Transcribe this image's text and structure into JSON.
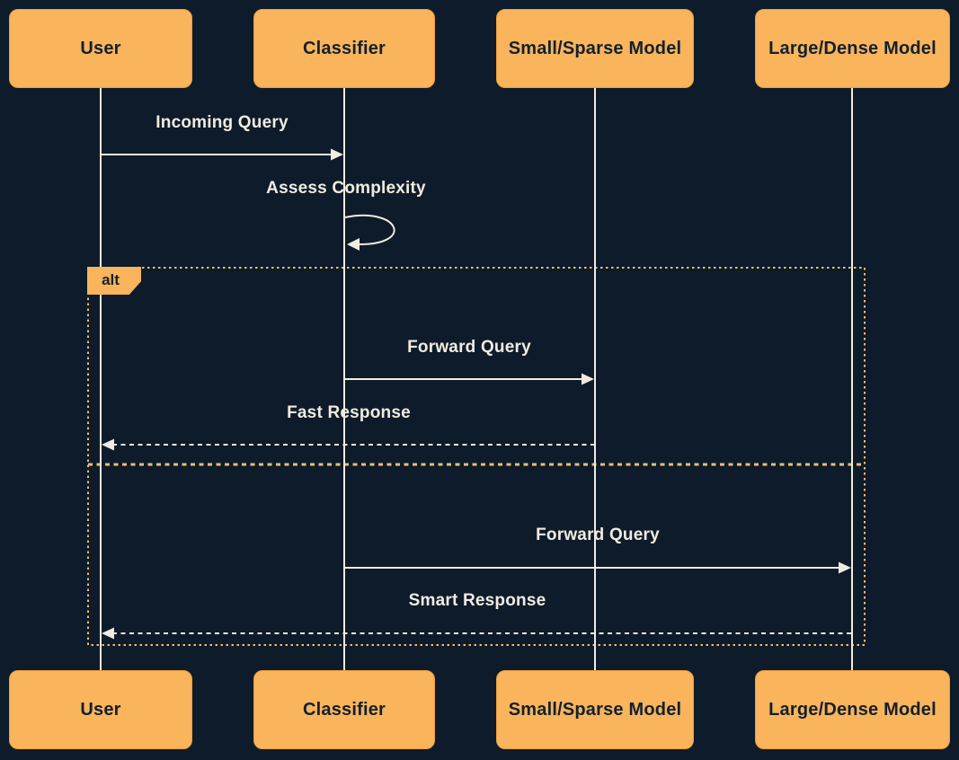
{
  "diagram": {
    "kind": "sequence-diagram",
    "actors": [
      {
        "id": "user",
        "label": "User"
      },
      {
        "id": "classifier",
        "label": "Classifier"
      },
      {
        "id": "small_model",
        "label": "Small/Sparse Model"
      },
      {
        "id": "large_model",
        "label": "Large/Dense Model"
      }
    ],
    "messages": [
      {
        "from": "User",
        "to": "Classifier",
        "label": "Incoming Query",
        "line": "solid",
        "arrow": "filled"
      },
      {
        "from": "Classifier",
        "to": "Classifier",
        "label": "Assess Complexity",
        "line": "self-loop",
        "arrow": "filled"
      },
      {
        "from": "Classifier",
        "to": "Small/Sparse Model",
        "label": "Forward Query",
        "line": "solid",
        "arrow": "filled"
      },
      {
        "from": "Small/Sparse Model",
        "to": "User",
        "label": "Fast Response",
        "line": "dashed",
        "arrow": "filled"
      },
      {
        "from": "Classifier",
        "to": "Large/Dense Model",
        "label": "Forward Query",
        "line": "solid",
        "arrow": "filled"
      },
      {
        "from": "Large/Dense Model",
        "to": "User",
        "label": "Smart Response",
        "line": "dashed",
        "arrow": "filled"
      }
    ],
    "alt_frame": {
      "label": "alt"
    }
  },
  "colors": {
    "background": "#0e1b2a",
    "actor_fill": "#f9b45c",
    "actor_border": "#ee9f37",
    "actor_text": "#13202e",
    "message_line": "#f1ece1",
    "message_text": "#f1ece1",
    "frame_border": "#edbe72"
  }
}
